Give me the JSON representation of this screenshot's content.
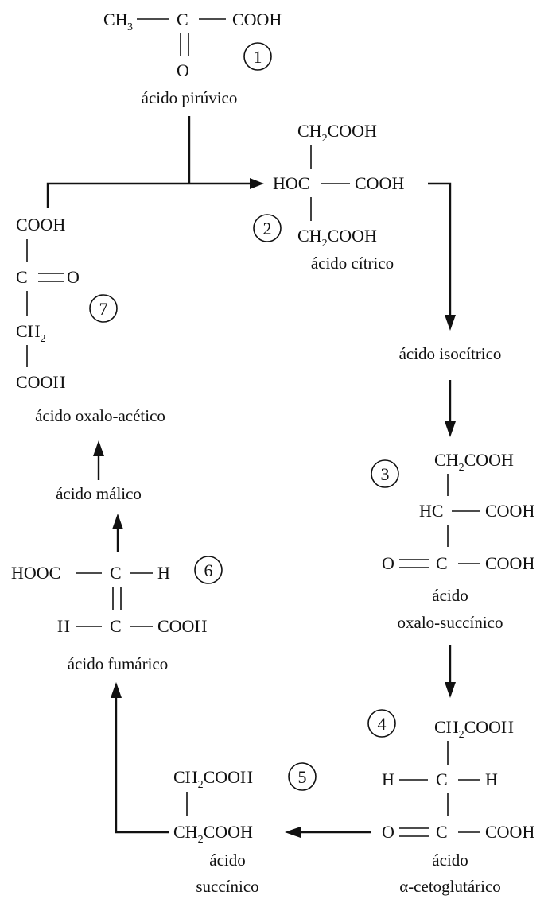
{
  "colors": {
    "ink": "#111111",
    "background": "#ffffff"
  },
  "atoms": {
    "ch3": "CH",
    "sub3": "3",
    "c": "C",
    "o": "O",
    "h": "H",
    "cooh": "COOH",
    "hooc": "HOOC",
    "ch2cooh_ch": "CH",
    "sub2": "2",
    "ch2cooh_rest": "COOH",
    "ch2": "CH",
    "hoc": "HOC",
    "hc": "HC"
  },
  "labels": {
    "piruvico": "ácido pirúvico",
    "citrico": "ácido cítrico",
    "isocitrico": "ácido isocítrico",
    "oxalo_succinico_1": "ácido",
    "oxalo_succinico_2": "oxalo-succínico",
    "cetoglutarico_1": "ácido",
    "cetoglutarico_2": "α-cetoglutárico",
    "succinico_1": "ácido",
    "succinico_2": "succínico",
    "fumarico": "ácido fumárico",
    "malico": "ácido málico",
    "oxalo_acetico": "ácido oxalo-acético"
  },
  "step_numbers": [
    "1",
    "2",
    "3",
    "4",
    "5",
    "6",
    "7"
  ]
}
